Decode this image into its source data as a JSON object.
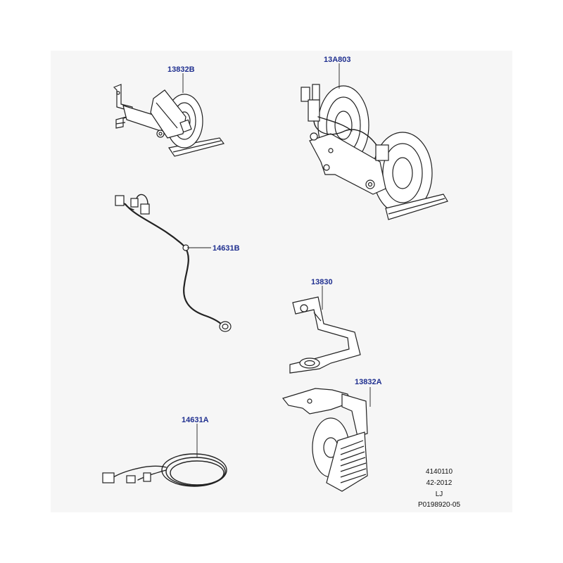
{
  "parts": [
    {
      "id": "13832B",
      "label": "13832B",
      "icon": "horn-icon"
    },
    {
      "id": "13A803",
      "label": "13A803",
      "icon": "dual-horn-icon"
    },
    {
      "id": "14631B",
      "label": "14631B",
      "icon": "wiring-harness-icon"
    },
    {
      "id": "13830",
      "label": "13830",
      "icon": "bracket-icon"
    },
    {
      "id": "13832A",
      "label": "13832A",
      "icon": "horn-icon"
    },
    {
      "id": "14631A",
      "label": "14631A",
      "icon": "wiring-harness-icon"
    }
  ],
  "footer": {
    "code1": "4140110",
    "code2": "42-2012",
    "initials": "LJ",
    "ref": "P0198920-05"
  },
  "colors": {
    "label": "#1f2f8f",
    "panel": "#f6f6f6",
    "line": "#222222"
  }
}
